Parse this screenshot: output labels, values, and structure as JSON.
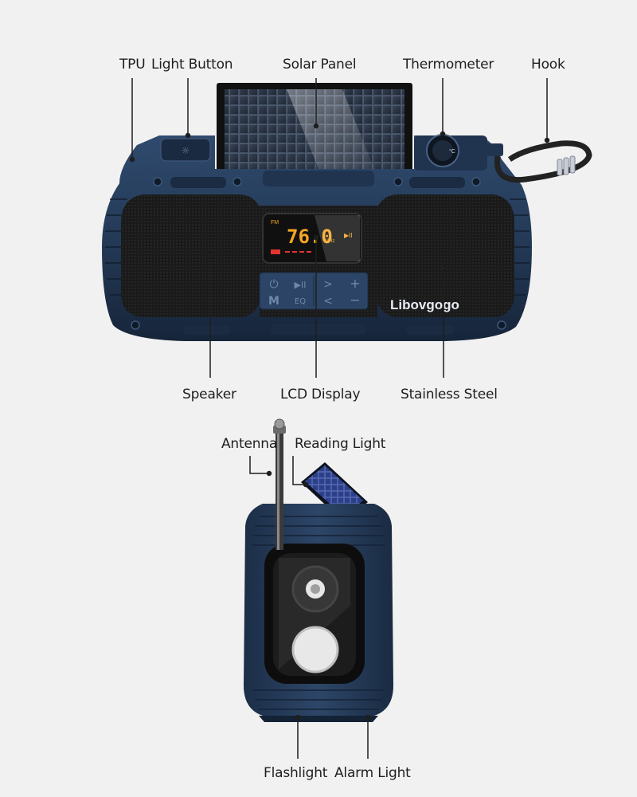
{
  "callouts": {
    "tpu": "TPU",
    "light_button": "Light Button",
    "solar_panel": "Solar Panel",
    "thermometer": "Thermometer",
    "hook": "Hook",
    "speaker": "Speaker",
    "lcd_display": "LCD Display",
    "stainless_steel": "Stainless Steel",
    "antenna": "Antenna",
    "reading_light": "Reading Light",
    "flashlight": "Flashlight",
    "alarm_light": "Alarm Light"
  },
  "device": {
    "brand": "Libovgogo",
    "lcd_band": "FM",
    "lcd_frequency": "76.0",
    "lcd_unit": "MHz",
    "lcd_play": "▶II",
    "thermometer_unit": "°C",
    "buttons": {
      "power": "⏻",
      "play_pause": "▶II",
      "next": ">",
      "plus": "+",
      "mode": "M",
      "eq": "EQ",
      "prev": "<",
      "minus": "−"
    }
  },
  "colors": {
    "background": "#f1f1f1",
    "body_navy": "#243a57",
    "body_dark": "#18283d",
    "grille": "#1c1c1c",
    "lcd_digits": "#f6a623",
    "lcd_red": "#e3342f"
  }
}
